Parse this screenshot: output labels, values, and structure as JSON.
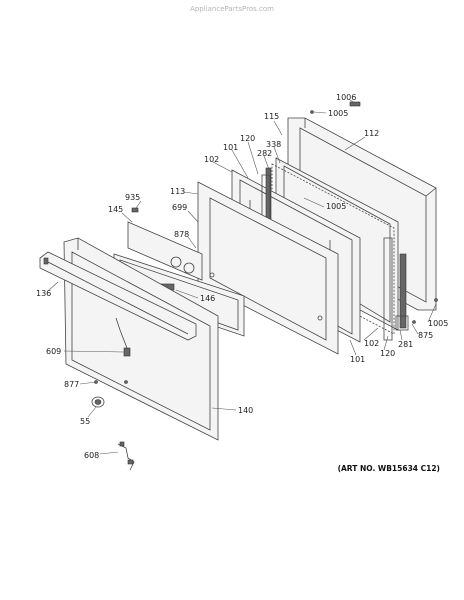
{
  "watermark": "AppliancePartsPros.com",
  "art_number": "(ART NO. WB15634 C12)",
  "callouts": {
    "c1006": "1006",
    "c1005_top": "1005",
    "c115": "115",
    "c112": "112",
    "c338": "338",
    "c120_top": "120",
    "c101_top": "101",
    "c282": "282",
    "c102_top": "102",
    "c113": "113",
    "c1005_mid": "1005",
    "c935": "935",
    "c145": "145",
    "c699": "699",
    "c878": "878",
    "c136": "136",
    "c146": "146",
    "c1005_right": "1005",
    "c875": "875",
    "c102_bottom": "102",
    "c281": "281",
    "c120_bottom": "120",
    "c101_bottom": "101",
    "c609": "609",
    "c877": "877",
    "c140": "140",
    "c55": "55",
    "c608": "608"
  }
}
